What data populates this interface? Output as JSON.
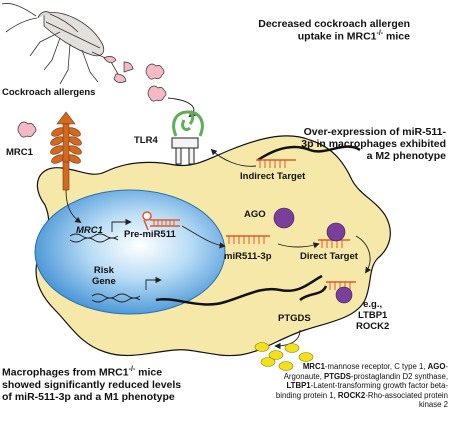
{
  "labels": {
    "top_caption_line1": "Decreased cockroach allergen",
    "top_caption_line2": "uptake in MRC1",
    "top_caption_sup": "-/-",
    "top_caption_end": " mice",
    "cockroach_allergens": "Cockroach allergens",
    "mrc1": "MRC1",
    "tlr4": "TLR4",
    "right_caption_line1": "Over-expression of miR-511-",
    "right_caption_line2": "3p in macrophages exhibited",
    "right_caption_line3": "a M2 phenotype",
    "indirect_target": "Indirect Target",
    "ago": "AGO",
    "direct_target": "Direct Target",
    "mrc1_gene": "MRC1",
    "pre_mir511": "Pre-miR511",
    "mir511_3p": "miR511-3p",
    "risk_gene_line1": "Risk",
    "risk_gene_line2": "Gene",
    "eg": "e.g.,",
    "ltbp1": "LTBP1",
    "rock2": "ROCK2",
    "ptgds": "PTGDS",
    "bottom_caption_line1_pre": "Macrophages from MRC1",
    "bottom_caption_sup": "-/-",
    "bottom_caption_line1_post": " mice",
    "bottom_caption_line2": "showed significantly reduced levels",
    "bottom_caption_line3": "of miR-511-3p and a M1 phenotype"
  },
  "abbreviations": [
    {
      "term": "MRC1",
      "definition": "-mannose receptor, C type 1, "
    },
    {
      "term": "AGO",
      "definition": "-Argonaute, "
    },
    {
      "term": "PTGDS",
      "definition": "-prostaglandin D2 synthase, "
    },
    {
      "term": "LTBP1",
      "definition": "-Latent-transforming growth factor beta-binding protein 1, "
    },
    {
      "term": "ROCK2",
      "definition": "-Rho-associated protein kinase 2"
    }
  ],
  "colors": {
    "cell": "#f6e8a8",
    "nucleus": "#3f95d8",
    "receptor": "#d2691e",
    "allergen": "#f5b9c6",
    "ago": "#7a3f9a",
    "mirna": "#e05a2a",
    "ptgds": "#f2e01a",
    "tlr4": "#5fae57"
  }
}
